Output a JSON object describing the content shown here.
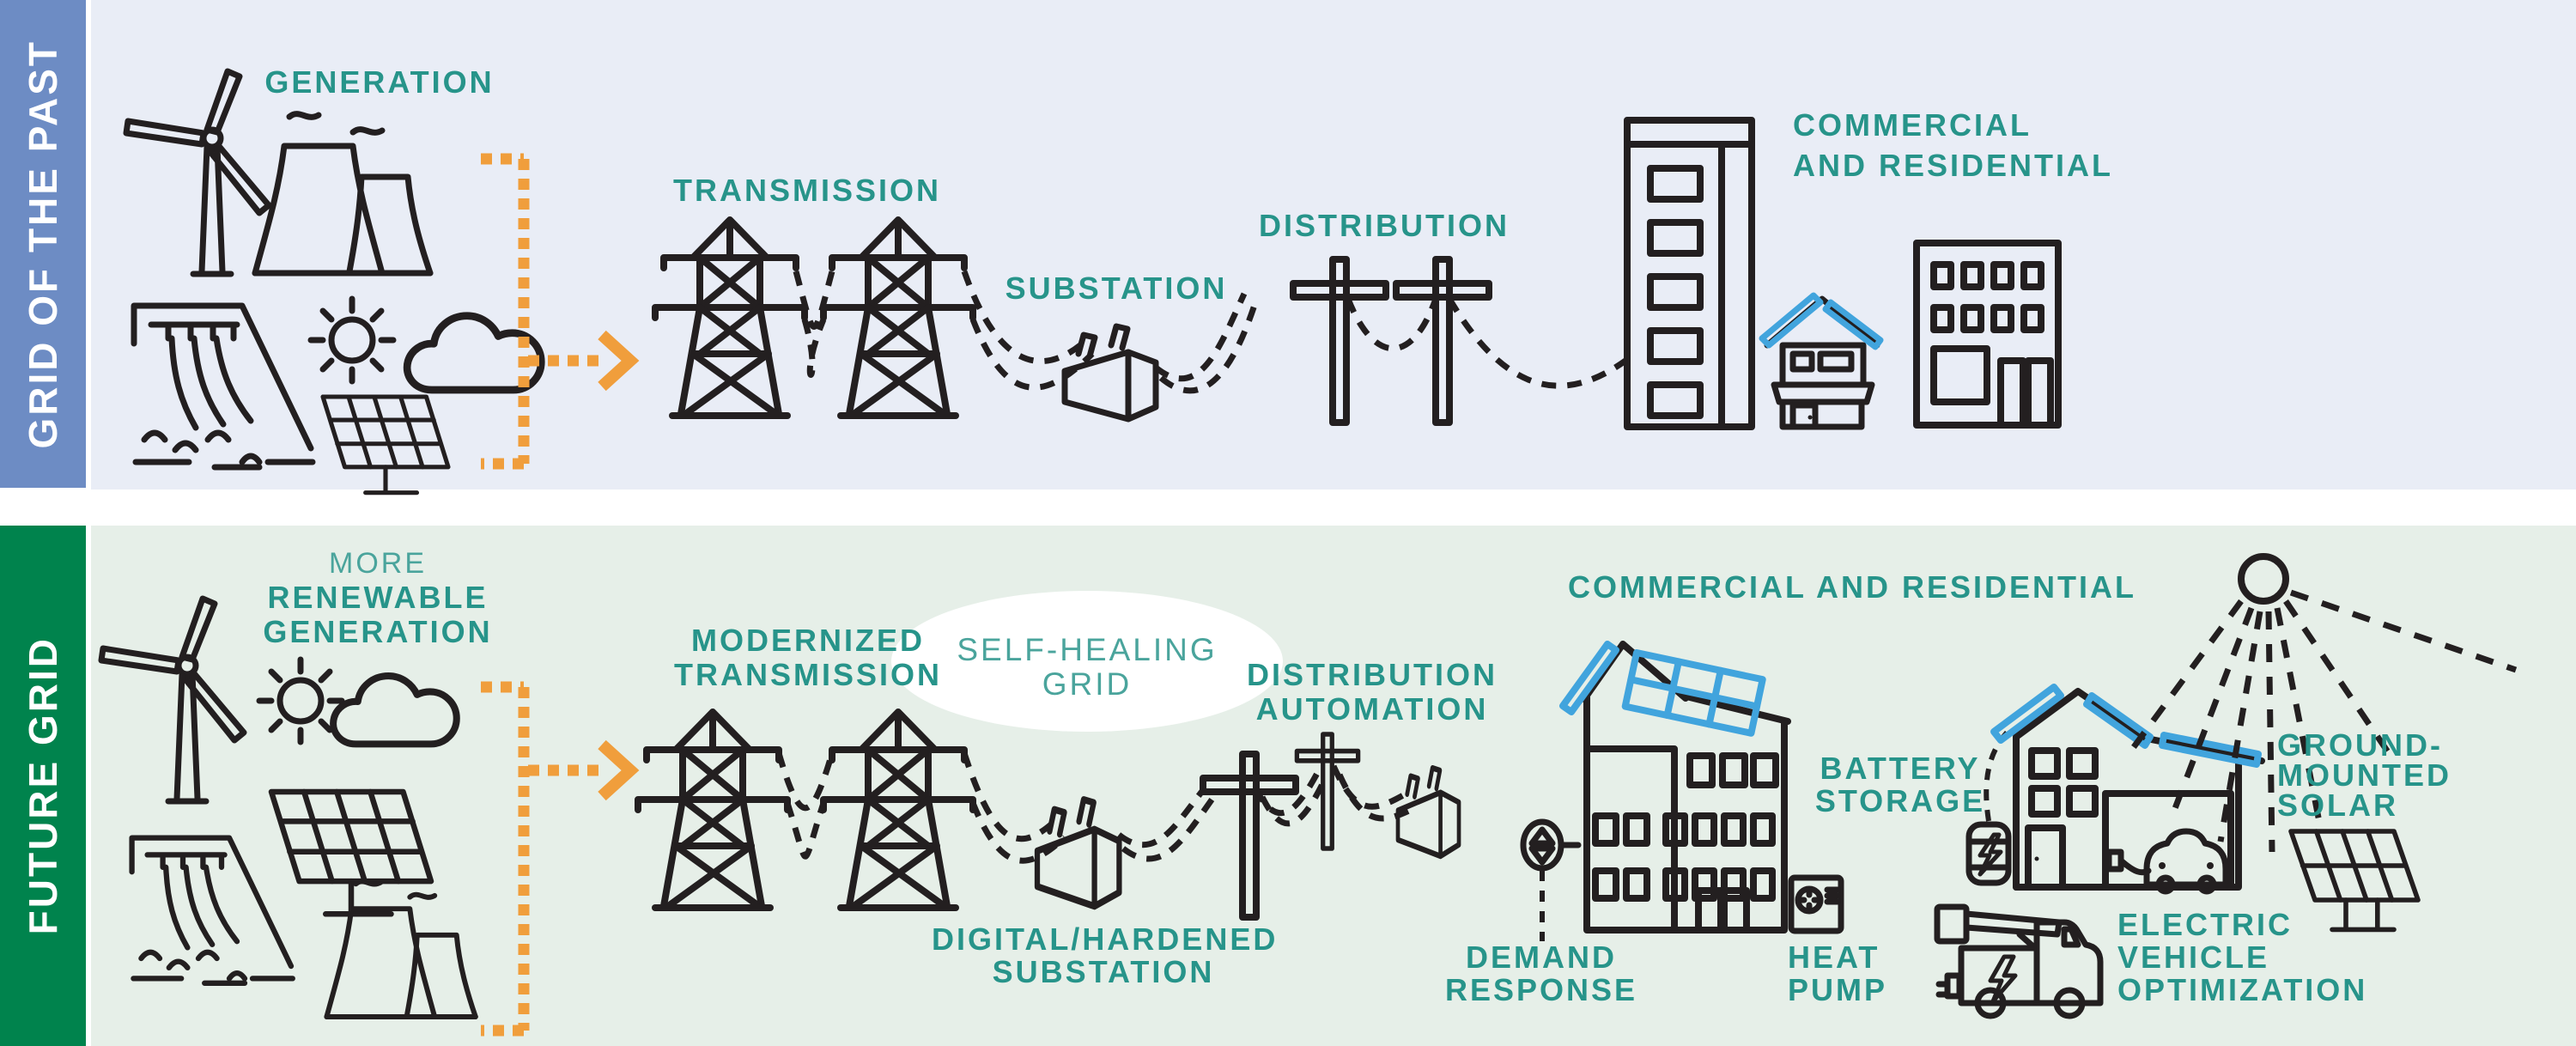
{
  "colors": {
    "past_panel_bg": "#e9edf6",
    "past_sidebar": "#6d8cc4",
    "future_panel_bg": "#e6efe8",
    "future_sidebar": "#00834d",
    "label_teal_bold": "#27948a",
    "label_teal_light": "#4aa49c",
    "flow_orange": "#f09e3c",
    "icon_line": "#231f20",
    "solar_blue": "#41a4dd",
    "bubble_white": "#ffffff"
  },
  "past": {
    "sidebar_label": "GRID OF THE PAST",
    "generation_label": "GENERATION",
    "transmission_label": "TRANSMISSION",
    "substation_label": "SUBSTATION",
    "distribution_label": "DISTRIBUTION",
    "commres_line1": "COMMERCIAL",
    "commres_line2": "AND RESIDENTIAL"
  },
  "future": {
    "sidebar_label": "FUTURE GRID",
    "gen_line1": "MORE",
    "gen_line2": "RENEWABLE",
    "gen_line3": "GENERATION",
    "trans_line1": "MODERNIZED",
    "trans_line2": "TRANSMISSION",
    "selfheal_line1": "SELF-HEALING",
    "selfheal_line2": "GRID",
    "distauto_line1": "DISTRIBUTION",
    "distauto_line2": "AUTOMATION",
    "digsub_line1": "DIGITAL/HARDENED",
    "digsub_line2": "SUBSTATION",
    "commres_label": "COMMERCIAL AND RESIDENTIAL",
    "demand_line1": "DEMAND",
    "demand_line2": "RESPONSE",
    "battery_line1": "BATTERY",
    "battery_line2": "STORAGE",
    "heat_line1": "HEAT",
    "heat_line2": "PUMP",
    "ev_line1": "ELECTRIC",
    "ev_line2": "VEHICLE",
    "ev_line3": "OPTIMIZATION",
    "ground_line1": "GROUND-",
    "ground_line2": "MOUNTED",
    "ground_line3": "SOLAR"
  }
}
